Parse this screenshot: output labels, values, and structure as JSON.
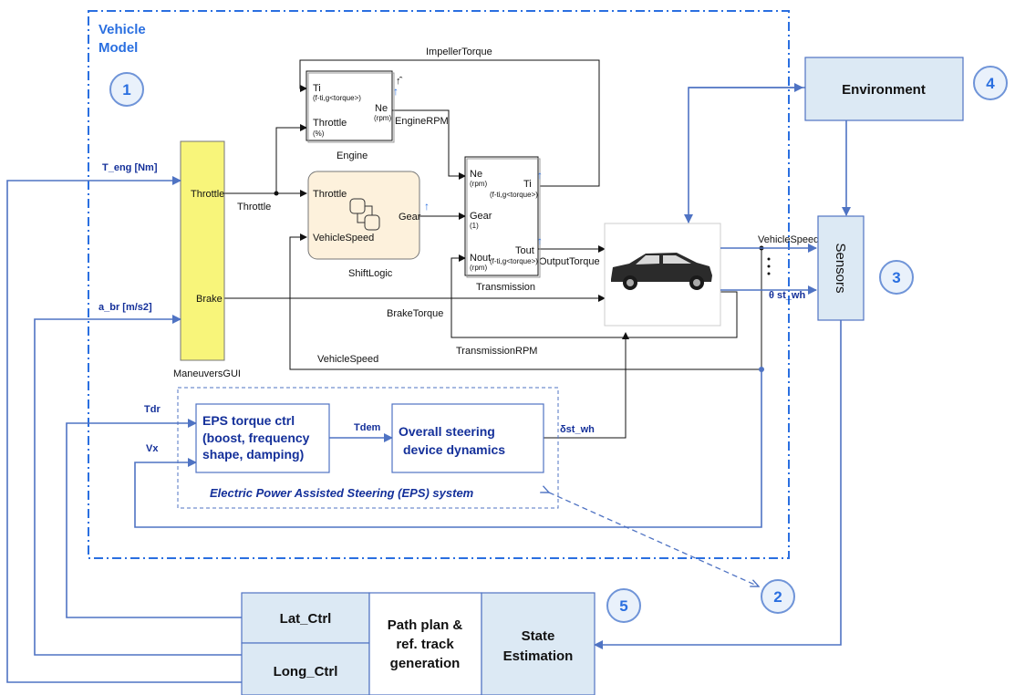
{
  "vehicle_model": {
    "title_line1": "Vehicle",
    "title_line2": "Model",
    "number": "1"
  },
  "blocks": {
    "engine": {
      "caption": "Engine",
      "port_ti": "Ti",
      "port_ti_sub": "(f-ti,g<torque>)",
      "port_throttle": "Throttle",
      "port_throttle_sub": "(%)",
      "port_ne": "Ne",
      "port_ne_sub": "(rpm)"
    },
    "shiftlogic": {
      "caption": "ShiftLogic",
      "port_throttle": "Throttle",
      "port_speed": "VehicleSpeed",
      "port_gear": "Gear"
    },
    "transmission": {
      "caption": "Transmission",
      "port_ne": "Ne",
      "port_ne_sub": "(rpm)",
      "port_gear": "Gear",
      "port_gear_sub": "(1)",
      "port_nout": "Nout",
      "port_nout_sub": "(rpm)",
      "port_ti": "Ti",
      "port_ti_sub": "(f-ti,g<torque>)",
      "port_tout": "Tout",
      "port_tout_sub": "(f-ti,g<torque>)"
    },
    "maneuvers": {
      "caption": "ManeuversGUI",
      "port_throttle": "Throttle",
      "port_brake": "Brake"
    }
  },
  "signals": {
    "impeller_torque": "ImpellerTorque",
    "engine_rpm": "EngineRPM",
    "throttle": "Throttle",
    "output_torque": "OutputTorque",
    "brake_torque": "BrakeTorque",
    "transmission_rpm": "TransmissionRPM",
    "vehicle_speed_bottom": "VehicleSpeed",
    "vehicle_speed_right": "VehicleSpeed",
    "theta_st_wh": "θ st_wh",
    "t_eng": "T_eng [Nm]",
    "a_br": "a_br [m/s2]",
    "tdr": "Tdr",
    "vx": "Vx",
    "tdem": "Tdem",
    "delta_st_wh": "δst_wh"
  },
  "eps": {
    "ctrl_line1": "EPS torque ctrl",
    "ctrl_line2": "(boost, frequency",
    "ctrl_line3": "shape, damping)",
    "dyn_line1": "Overall steering",
    "dyn_line2": "device dynamics",
    "caption": "Electric Power Assisted Steering (EPS) system",
    "number": "2"
  },
  "environment": {
    "label": "Environment",
    "number": "4"
  },
  "sensors": {
    "label": "Sensors",
    "number": "3"
  },
  "controller": {
    "lat_ctrl": "Lat_Ctrl",
    "long_ctrl": "Long_Ctrl",
    "path_line1": "Path plan &",
    "path_line2": "ref. track",
    "path_line3": "generation",
    "state_line1": "State",
    "state_line2": "Estimation",
    "number": "5"
  },
  "colors": {
    "blue_line": "#4f73c3",
    "dashed_border": "#2a6fe0",
    "light_block": "#dce9f4",
    "maneuvers_fill": "#f8f57a",
    "shiftlogic_fill": "#fdf1dc",
    "label_blue": "#14309a"
  }
}
